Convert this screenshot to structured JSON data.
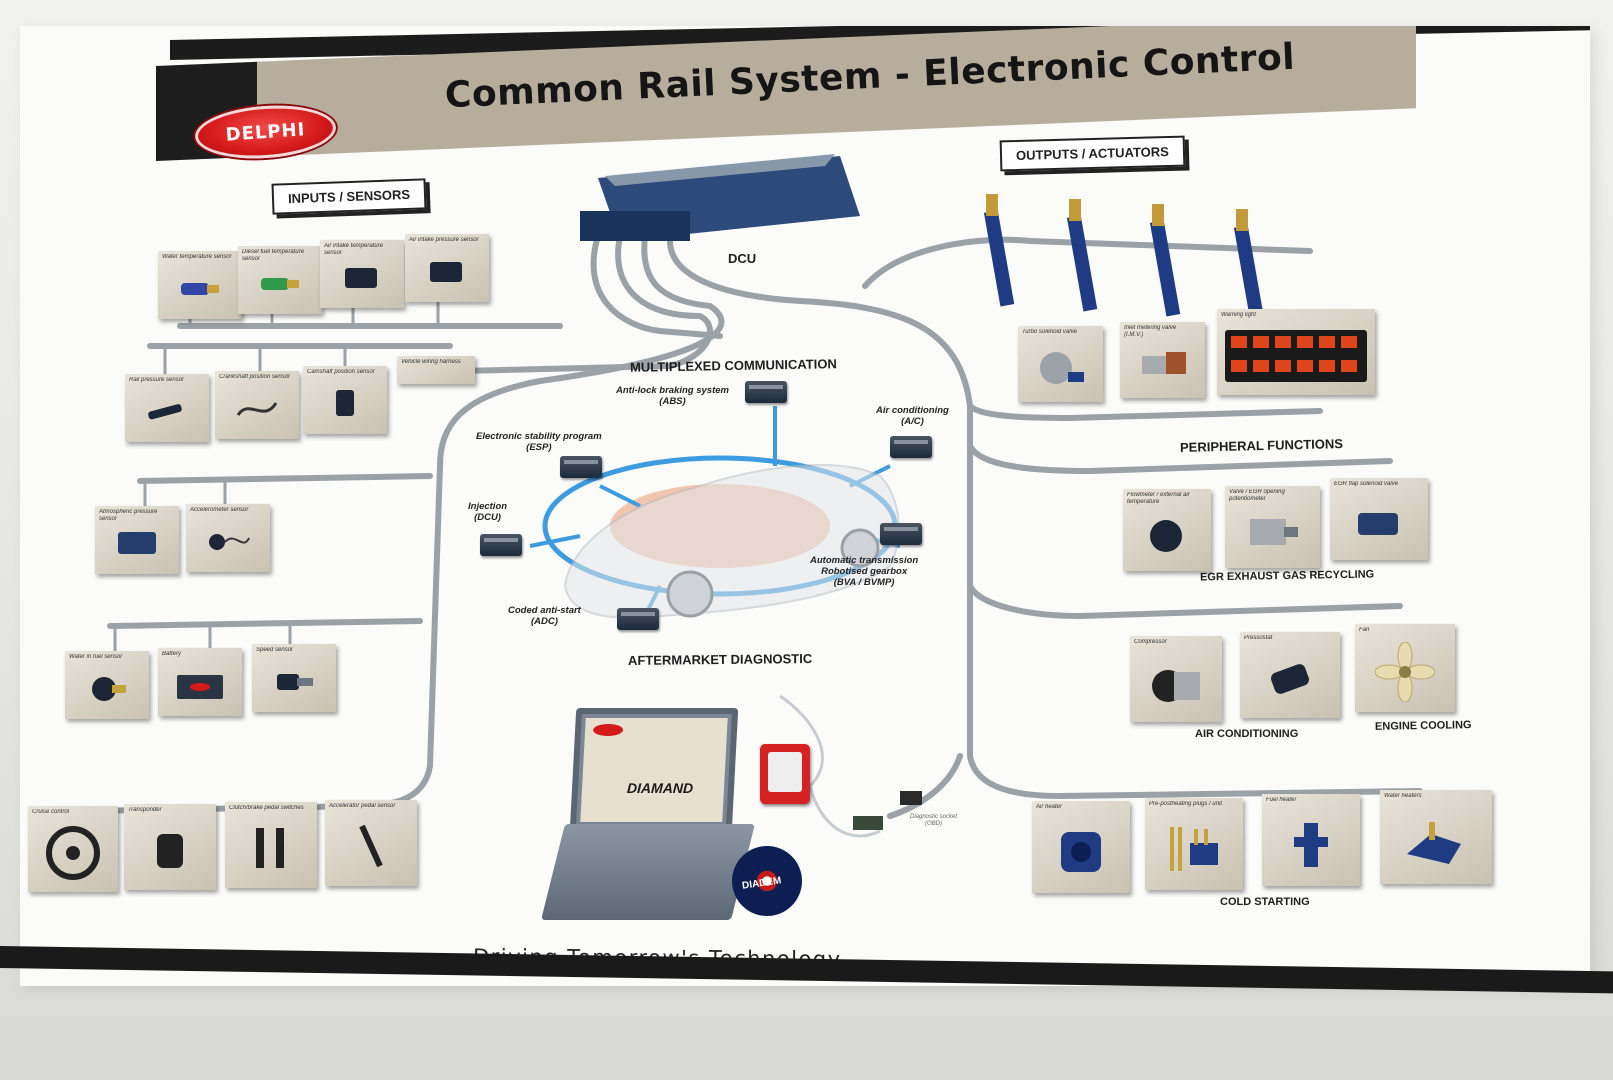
{
  "poster": {
    "title": "Common Rail System - Electronic Control",
    "brand": "DELPHI",
    "slogan": "Driving Tomorrow's Technology"
  },
  "sections": {
    "inputs": "INPUTS / SENSORS",
    "outputs": "OUTPUTS / ACTUATORS",
    "dcu": "DCU",
    "multiplexed": "MULTIPLEXED COMMUNICATION",
    "aftermarket": "AFTERMARKET DIAGNOSTIC",
    "peripheral": "PERIPHERAL FUNCTIONS",
    "egr": "EGR EXHAUST GAS RECYCLING",
    "air_conditioning": "AIR CONDITIONING",
    "engine_cooling": "ENGINE COOLING",
    "cold_starting": "COLD STARTING"
  },
  "network_nodes": {
    "abs": "Anti-lock braking system\n(ABS)",
    "ac": "Air conditioning\n(A/C)",
    "esp": "Electronic stability program\n(ESP)",
    "injection": "Injection\n(DCU)",
    "gearbox": "Automatic transmission\nRobotised gearbox\n(BVA / BVMP)",
    "adc": "Coded anti-start\n(ADC)"
  },
  "diagnostic": {
    "laptop_product": "DIAMAND",
    "cd_label": "DIADEM",
    "socket_label": "Diagnostic socket\n(OBD)"
  },
  "sensors": [
    {
      "caption": "Water temperature sensor"
    },
    {
      "caption": "Diesel fuel temperature sensor"
    },
    {
      "caption": "Air intake temperature sensor"
    },
    {
      "caption": "Air intake pressure sensor"
    },
    {
      "caption": "Rail pressure sensor"
    },
    {
      "caption": "Crankshaft position sensor"
    },
    {
      "caption": "Camshaft position sensor"
    },
    {
      "caption": "Vehicle wiring harness"
    },
    {
      "caption": "Atmospheric pressure sensor"
    },
    {
      "caption": "Accelerometer sensor"
    },
    {
      "caption": "Water in fuel sensor"
    },
    {
      "caption": "Battery"
    },
    {
      "caption": "Speed sensor"
    },
    {
      "caption": "Cruise control"
    },
    {
      "caption": "Transponder"
    },
    {
      "caption": "Clutch/brake pedal switches"
    },
    {
      "caption": "Accelerator pedal sensor"
    }
  ],
  "actuators": [
    {
      "caption": "Turbo solenoid valve"
    },
    {
      "caption": "Inlet metering valve\n(I.M.V.)"
    },
    {
      "caption": "Warning light"
    }
  ],
  "peripherals": [
    {
      "caption": "Flowmeter / external air temperature"
    },
    {
      "caption": "Valve / EGR opening potentiometer"
    },
    {
      "caption": "EGR flap solenoid valve"
    },
    {
      "caption": "Compressor"
    },
    {
      "caption": "Pressostat"
    },
    {
      "caption": "Fan"
    },
    {
      "caption": "Air heater"
    },
    {
      "caption": "Pre-postheating plugs / unit"
    },
    {
      "caption": "Fuel heater"
    },
    {
      "caption": "Water heaters"
    }
  ],
  "colors": {
    "wire": "#9aa1a7",
    "bus": "#3d9be0",
    "brand_red": "#d51a1a",
    "tile": "#d8d2c4",
    "header_band": "#b7ad9c"
  }
}
